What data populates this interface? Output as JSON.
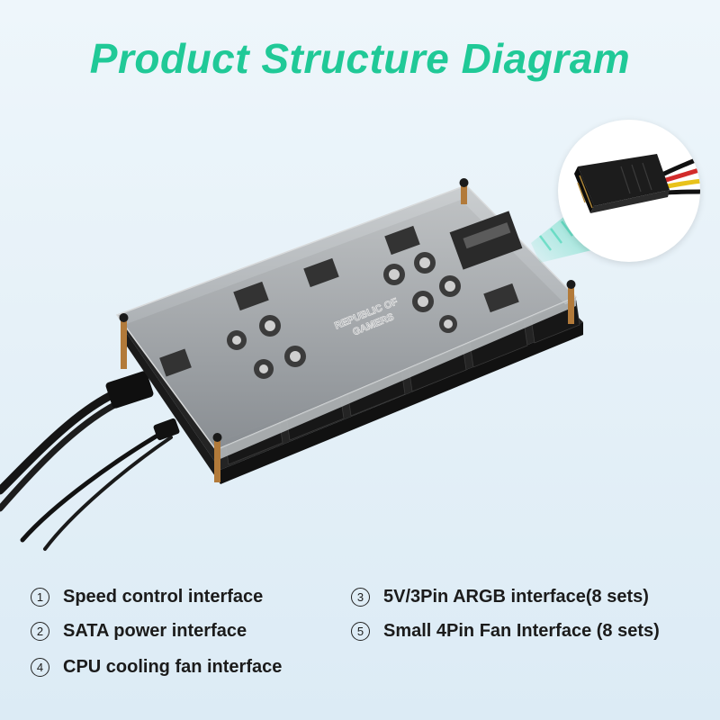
{
  "title": "Product Structure Diagram",
  "colors": {
    "title": "#20c997",
    "background": "#e6f1f8",
    "board": "#2b2b2b",
    "acrylic": "#9ea3a8"
  },
  "board_label": [
    "REPUBLIC OF",
    "GAMERS"
  ],
  "legend": [
    {
      "num": "1",
      "text": "Speed control interface"
    },
    {
      "num": "3",
      "text": "5V/3Pin ARGB interface(8 sets)"
    },
    {
      "num": "2",
      "text": "SATA power interface"
    },
    {
      "num": "5",
      "text": "Small 4Pin Fan Interface (8 sets)"
    },
    {
      "num": "4",
      "text": "CPU cooling fan interface"
    }
  ]
}
